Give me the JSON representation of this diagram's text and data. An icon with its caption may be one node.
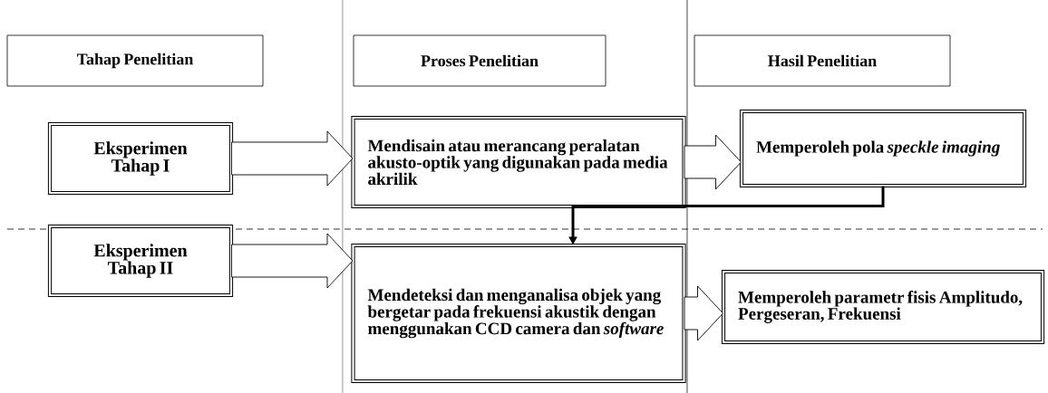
{
  "diagram": {
    "nodes": [
      {
        "text": [
          "Tahap Penelitian"
        ]
      },
      {
        "text": [
          "Proses Penelitian"
        ]
      },
      {
        "text": [
          "Hasil Penelitian"
        ]
      },
      {
        "text": [
          "Eksperimen Tahap I"
        ]
      },
      {
        "text": [
          "Mendisain atau merancang peralatan akusto-optik yang digunakan pada media akrilik"
        ]
      },
      {
        "text": [
          "Memperoleh pola *speckle imaging*"
        ]
      },
      {
        "text": [
          "Eksperimen Tahap II"
        ]
      },
      {
        "text": [
          "Mendeteksi dan menganalisa objek yang bergetar pada frekuensi akustik dengan menggunakan CCD camera dan *software*"
        ]
      },
      {
        "text": [
          "Memperoleh parametr fisis Amplitudo, Pergeseran, Frekuensi"
        ]
      }
    ],
    "edges": [
      {
        "from": 3,
        "to": 4,
        "arrow": "to"
      },
      {
        "from": 4,
        "to": 5,
        "arrow": "to"
      },
      {
        "from": 5,
        "to": 7,
        "arrow": "to"
      },
      {
        "from": 6,
        "to": 7,
        "arrow": "to"
      },
      {
        "from": 7,
        "to": 8,
        "arrow": "to"
      }
    ]
  }
}
